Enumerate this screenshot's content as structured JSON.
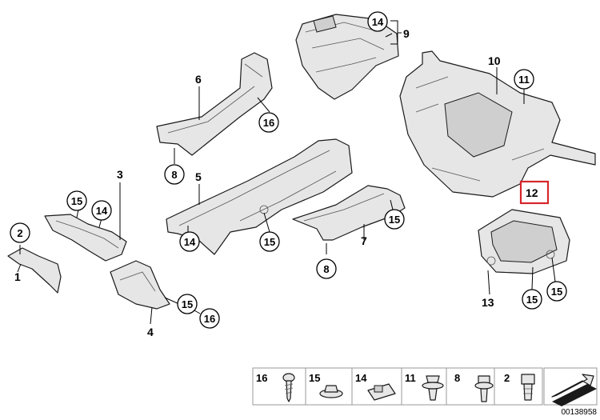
{
  "diagram": {
    "highlight_color": "#d6262b",
    "callouts": {
      "c1": "1",
      "c2": "2",
      "c3": "3",
      "c4": "4",
      "c5": "5",
      "c6": "6",
      "c7": "7",
      "c8a": "8",
      "c8b": "8",
      "c9": "9",
      "c10": "10",
      "c11": "11",
      "c12": "12",
      "c13": "13",
      "c14a": "14",
      "c14b": "14",
      "c14c": "14",
      "c15a": "15",
      "c15b": "15",
      "c15c": "15",
      "c15d": "15",
      "c15e": "15",
      "c15f": "15",
      "c16a": "16",
      "c16b": "16"
    },
    "legend": {
      "items": [
        "16",
        "15",
        "14",
        "11",
        "8",
        "2"
      ]
    },
    "reference_number": "00138958"
  }
}
